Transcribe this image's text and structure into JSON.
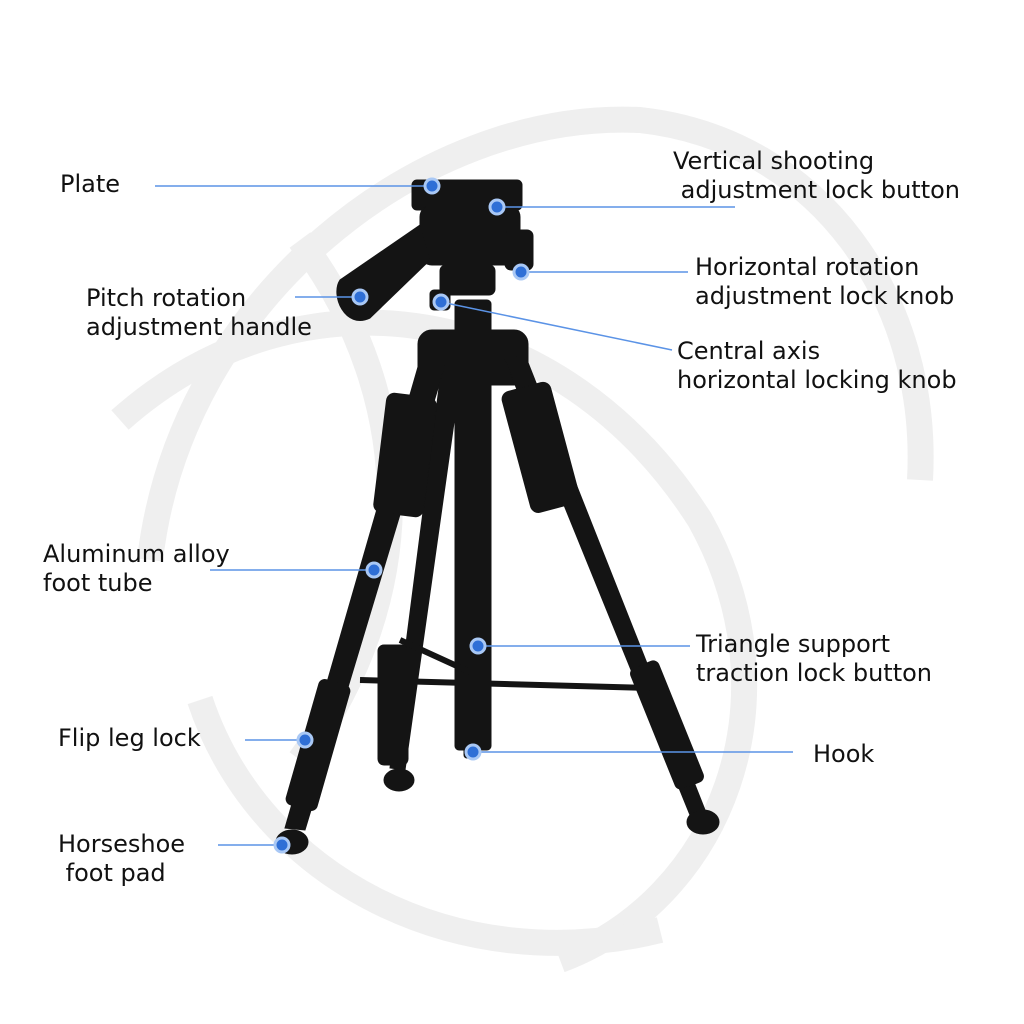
{
  "colors": {
    "callout_line": "#5b93e6",
    "callout_dot": "#2f6fd6",
    "tripod": "#141414",
    "watermark": "#eeeeee"
  },
  "labels": {
    "plate": [
      "Plate"
    ],
    "vertical_lock": [
      "Vertical shooting",
      " adjustment lock button"
    ],
    "horizontal_knob": [
      "Horizontal rotation",
      "adjustment lock knob"
    ],
    "pitch_handle": [
      "Pitch rotation",
      "adjustment handle"
    ],
    "central_axis": [
      "Central axis",
      "horizontal locking knob"
    ],
    "foot_tube": [
      "Aluminum alloy",
      "foot tube"
    ],
    "triangle_lock": [
      "Triangle support",
      "traction lock button"
    ],
    "flip_lock": [
      "Flip leg lock"
    ],
    "hook": [
      "Hook"
    ],
    "foot_pad": [
      "Horseshoe",
      " foot pad"
    ]
  }
}
